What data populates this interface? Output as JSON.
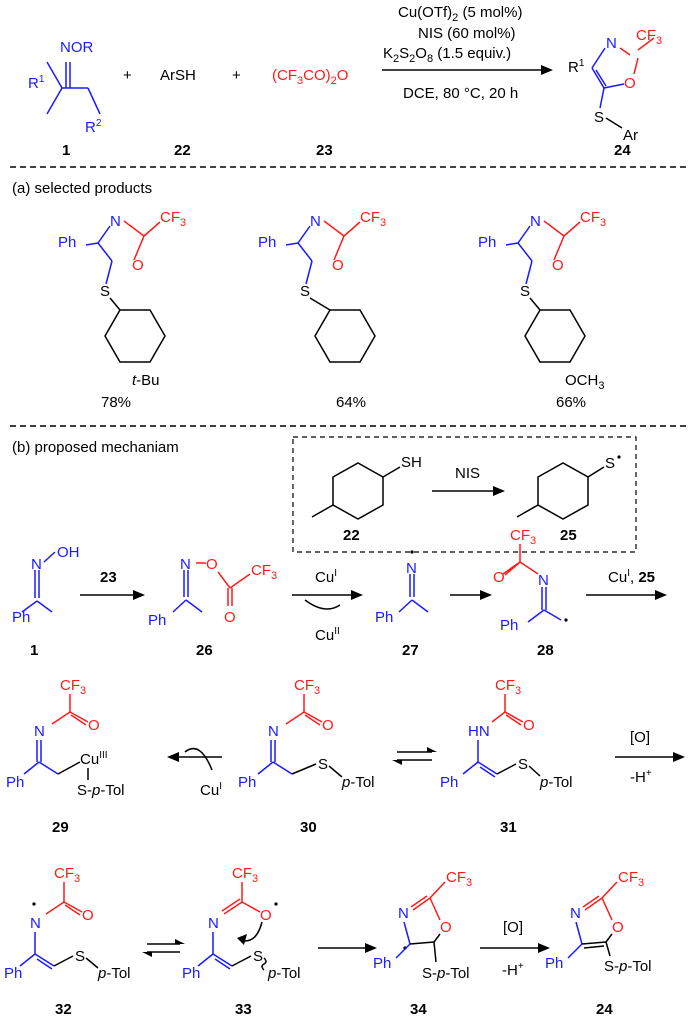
{
  "header": {
    "reactant_1_group": "NOR",
    "reactant_1_r1": "R",
    "reactant_1_r2": "R",
    "plus": "+",
    "reagent_22": "ArSH",
    "reagent_23": "(CF3CO)2O",
    "cond_1": "Cu(OTf)",
    "cond_1_tail": " (5 mol%)",
    "cond_2": "NIS (60 mol%)",
    "cond_3": "K",
    "cond_3_tail": " (1.5 equiv.)",
    "cond_4": "DCE, 80 °C, 20 h",
    "product_labels": {
      "n": "N",
      "o": "O",
      "cf3": "CF",
      "r1": "R",
      "s": "S",
      "ar": "Ar"
    },
    "num_1": "1",
    "num_22": "22",
    "num_23": "23",
    "num_24": "24"
  },
  "section_a": {
    "title": "(a) selected products",
    "ph": "Ph",
    "tbu": "-Bu",
    "ome": "OCH",
    "yields": [
      "78%",
      "64%",
      "66%"
    ]
  },
  "section_b": {
    "title": "(b) proposed mechaniam",
    "nis": "NIS",
    "sh": "SH",
    "s_dot": "S",
    "oh": "OH",
    "ptol": "S-p-Tol",
    "reagent_23": "23",
    "cu1": "Cu",
    "cu2": "Cu",
    "cu1_25": "Cu",
    "ox": "[O]",
    "h_plus": "-H",
    "hn": "HN",
    "cuiii": "Cu",
    "nums": [
      "22",
      "25",
      "1",
      "26",
      "27",
      "28",
      "29",
      "30",
      "31",
      "32",
      "33",
      "34",
      "24"
    ]
  }
}
